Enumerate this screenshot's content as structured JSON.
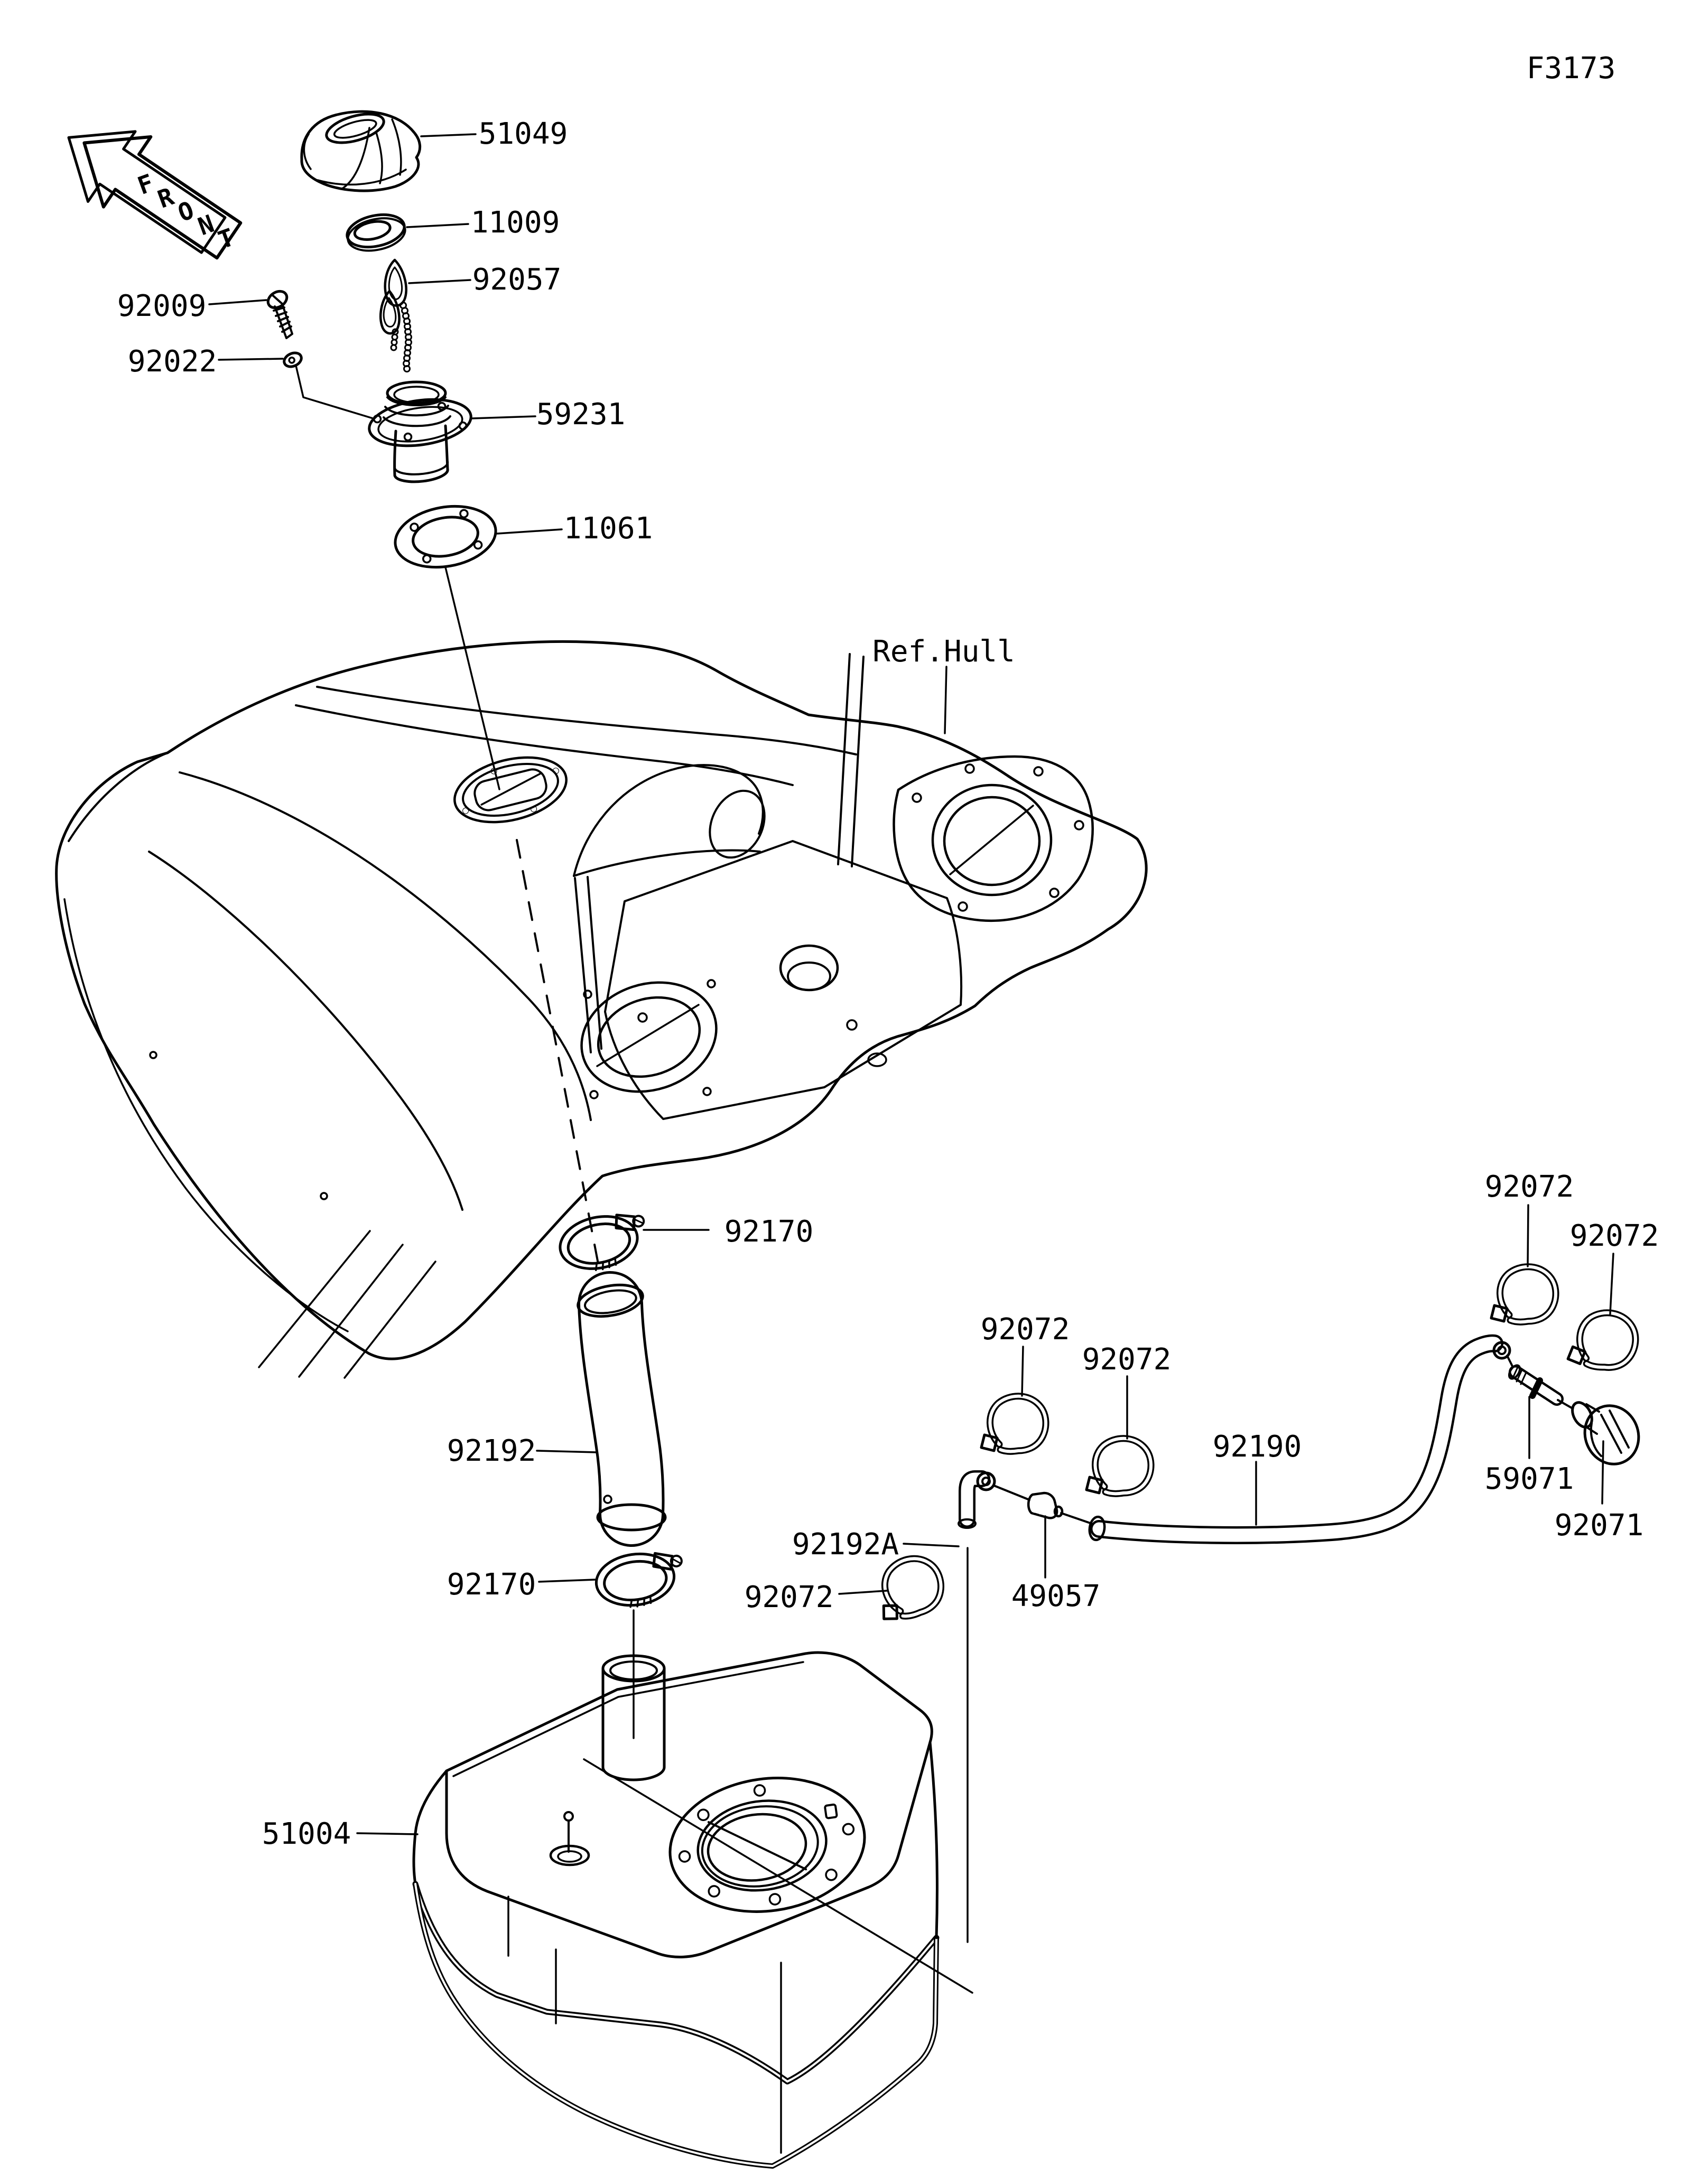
{
  "figure_code": "F3173",
  "front_marker": {
    "label": "FRONT",
    "letters": [
      "F",
      "R",
      "O",
      "N",
      "T"
    ]
  },
  "reference_label": "Ref.Hull",
  "colors": {
    "line": "#000000",
    "background": "#ffffff"
  },
  "labels": [
    {
      "text": "51049"
    },
    {
      "text": "11009"
    },
    {
      "text": "92057"
    },
    {
      "text": "92009"
    },
    {
      "text": "92022"
    },
    {
      "text": "59231"
    },
    {
      "text": "11061"
    },
    {
      "text": "92170"
    },
    {
      "text": "92192"
    },
    {
      "text": "92170"
    },
    {
      "text": "92072"
    },
    {
      "text": "92072"
    },
    {
      "text": "92190"
    },
    {
      "text": "92192A"
    },
    {
      "text": "49057"
    },
    {
      "text": "92072"
    },
    {
      "text": "92072"
    },
    {
      "text": "92072"
    },
    {
      "text": "59071"
    },
    {
      "text": "92071"
    },
    {
      "text": "51004"
    }
  ]
}
